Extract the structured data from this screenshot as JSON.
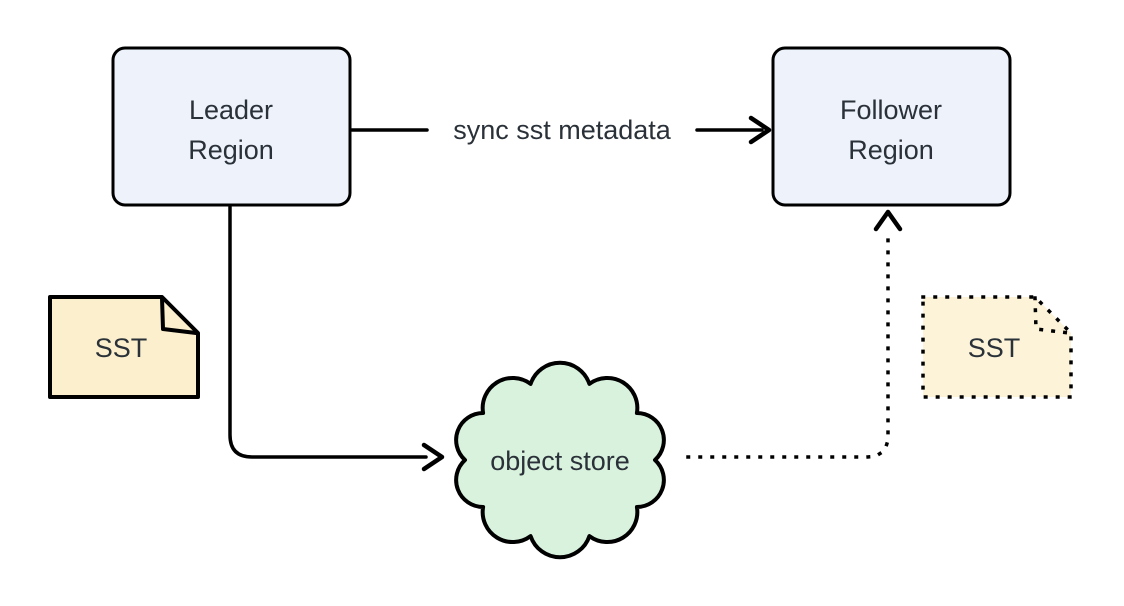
{
  "diagram": {
    "nodes": {
      "leader_region": {
        "line1": "Leader",
        "line2": "Region"
      },
      "follower_region": {
        "line1": "Follower",
        "line2": "Region"
      },
      "object_store": {
        "label": "object store"
      },
      "sst_source": {
        "label": "SST"
      },
      "sst_replica": {
        "label": "SST"
      }
    },
    "edges": {
      "sync_metadata": {
        "label": "sync sst metadata"
      }
    }
  },
  "colors": {
    "background": "#ffffff",
    "stroke": "#000000",
    "text": "#2a3138",
    "region_fill": "#edf2fb",
    "cloud_fill": "#d9f2de",
    "sst_fill": "#fbefcd",
    "sst_replica_fill": "#fcf3d9"
  }
}
